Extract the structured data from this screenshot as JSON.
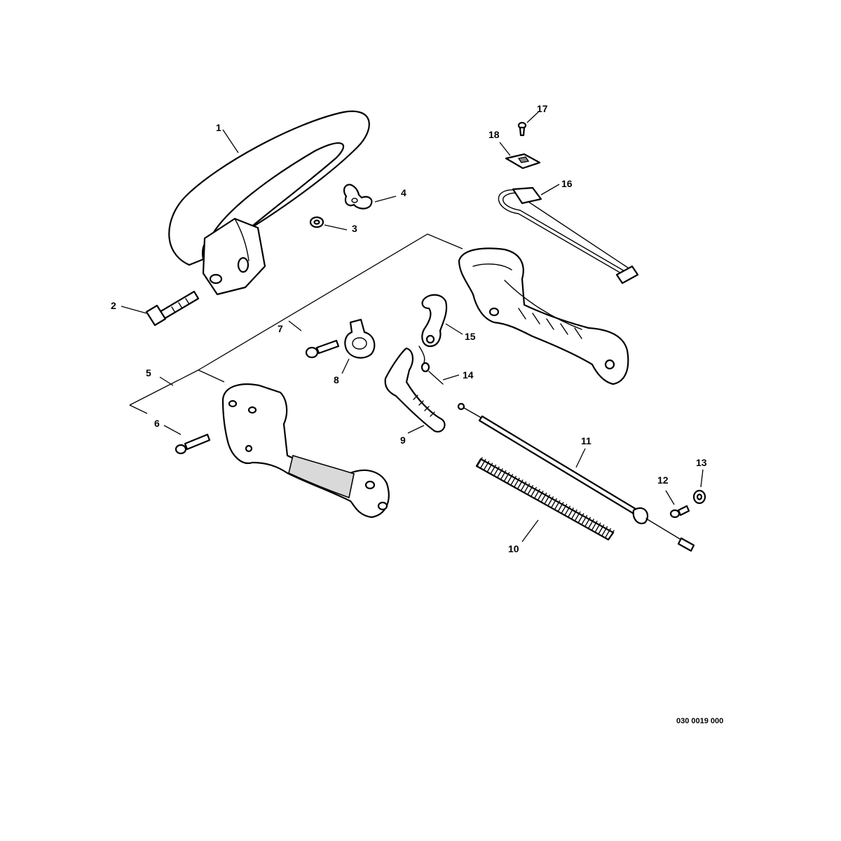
{
  "parts": [
    {
      "id": "part-1",
      "label": "1"
    },
    {
      "id": "part-2",
      "label": "2"
    },
    {
      "id": "part-3",
      "label": "3"
    },
    {
      "id": "part-4",
      "label": "4"
    },
    {
      "id": "part-5",
      "label": "5"
    },
    {
      "id": "part-6",
      "label": "6"
    },
    {
      "id": "part-7",
      "label": "7"
    },
    {
      "id": "part-8",
      "label": "8"
    },
    {
      "id": "part-9",
      "label": "9"
    },
    {
      "id": "part-10",
      "label": "10"
    },
    {
      "id": "part-11",
      "label": "11"
    },
    {
      "id": "part-12",
      "label": "12"
    },
    {
      "id": "part-13",
      "label": "13"
    },
    {
      "id": "part-14",
      "label": "14"
    },
    {
      "id": "part-15",
      "label": "15"
    },
    {
      "id": "part-16",
      "label": "16"
    },
    {
      "id": "part-17",
      "label": "17"
    },
    {
      "id": "part-18",
      "label": "18"
    }
  ],
  "drawing_code": "030 0019 000",
  "colors": {
    "line": "#000000",
    "fill": "#ffffff",
    "shade": "#d9d9d9"
  }
}
